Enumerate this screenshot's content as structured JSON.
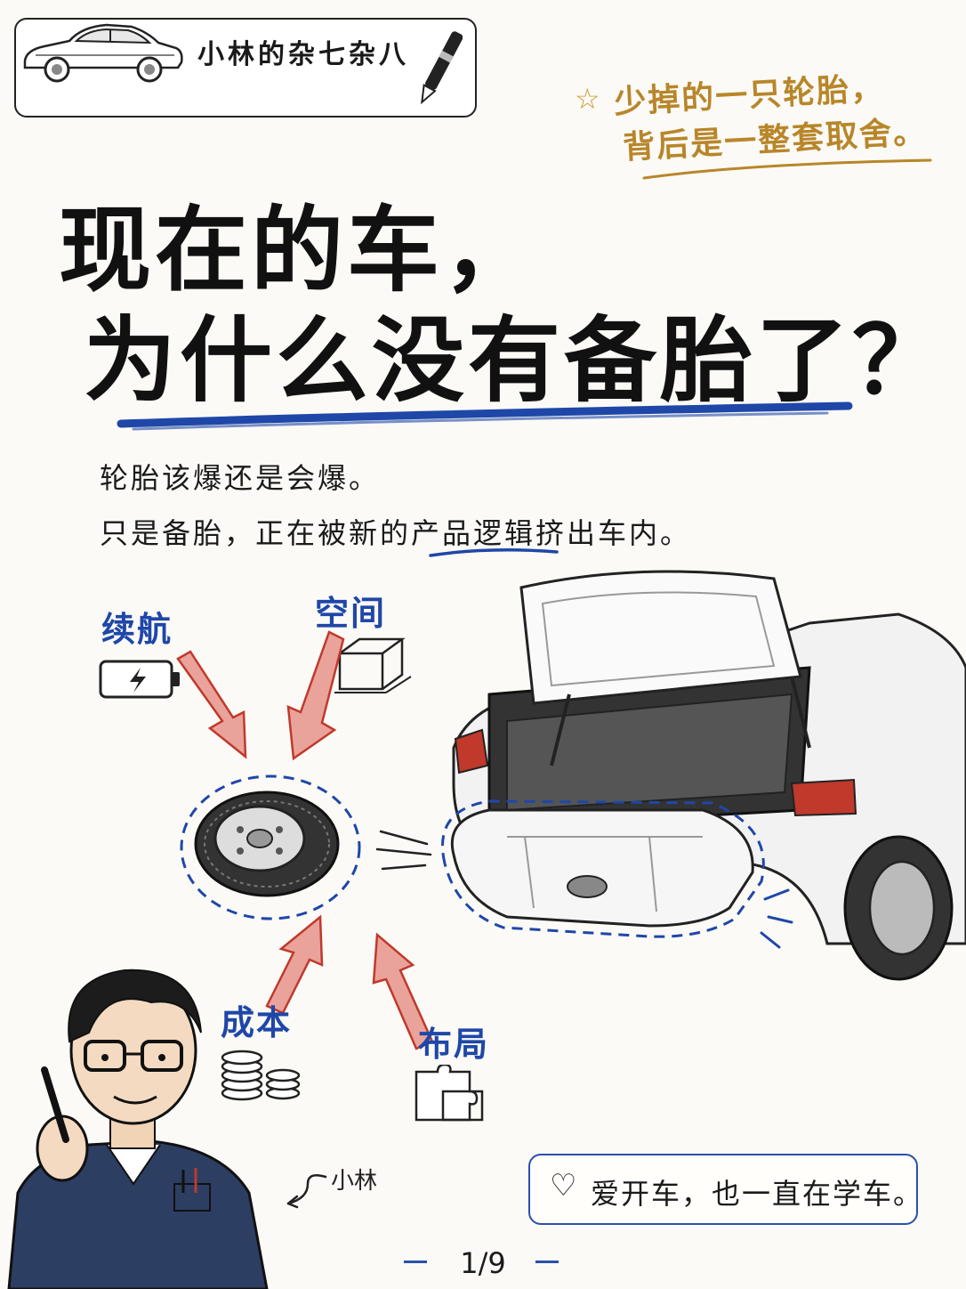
{
  "header": {
    "badge_text": "小林的杂七杂八"
  },
  "note": {
    "line1": "少掉的一只轮胎，",
    "line2": "背后是一整套取舍。"
  },
  "title": {
    "line1": "现在的车，",
    "line2": "为什么没有备胎了？"
  },
  "subtitle": {
    "line1": "轮胎该爆还是会爆。",
    "line2": "只是备胎，正在被新的产品逻辑挤出车内。"
  },
  "factors": {
    "range": "续航",
    "space": "空间",
    "cost": "成本",
    "layout": "布局"
  },
  "signature": "小林",
  "slogan": "爱开车，也一直在学车。",
  "page": "1/9",
  "colors": {
    "accent_blue": "#1f47a8",
    "accent_red": "#c0392b",
    "note_gold": "#b8862a"
  }
}
